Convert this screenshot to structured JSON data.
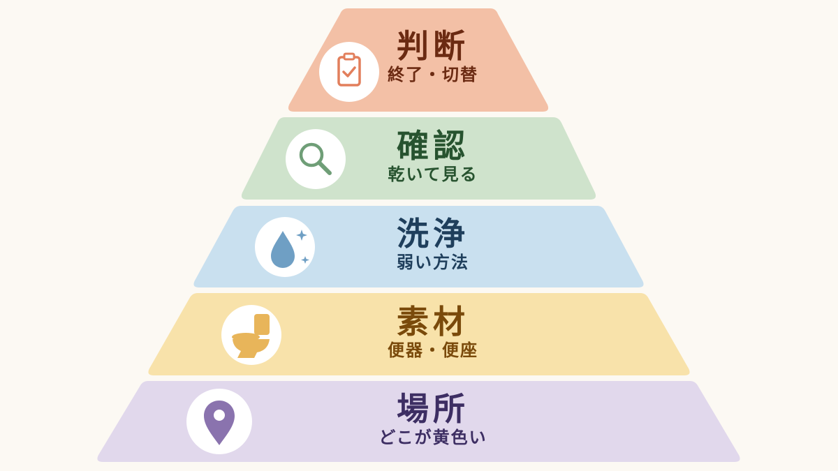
{
  "tiers": [
    {
      "title": "判断",
      "subtitle": "終了・切替",
      "icon": "clipboard-check-icon",
      "fill": "#f3c0a6",
      "text_color": "#6b2a12",
      "icon_color": "#e27f5c"
    },
    {
      "title": "確認",
      "subtitle": "乾いて見る",
      "icon": "magnifier-icon",
      "fill": "#cfe3cc",
      "text_color": "#27532f",
      "icon_color": "#6f9e77"
    },
    {
      "title": "洗浄",
      "subtitle": "弱い方法",
      "icon": "water-drop-icon",
      "fill": "#c9e0ef",
      "text_color": "#1f3f5c",
      "icon_color": "#6f9fc4"
    },
    {
      "title": "素材",
      "subtitle": "便器・便座",
      "icon": "toilet-icon",
      "fill": "#f8e2aa",
      "text_color": "#7a4a0b",
      "icon_color": "#e8b55a"
    },
    {
      "title": "場所",
      "subtitle": "どこが黄色い",
      "icon": "location-pin-icon",
      "fill": "#e1d8ec",
      "text_color": "#3d2e63",
      "icon_color": "#8a73ae"
    }
  ]
}
